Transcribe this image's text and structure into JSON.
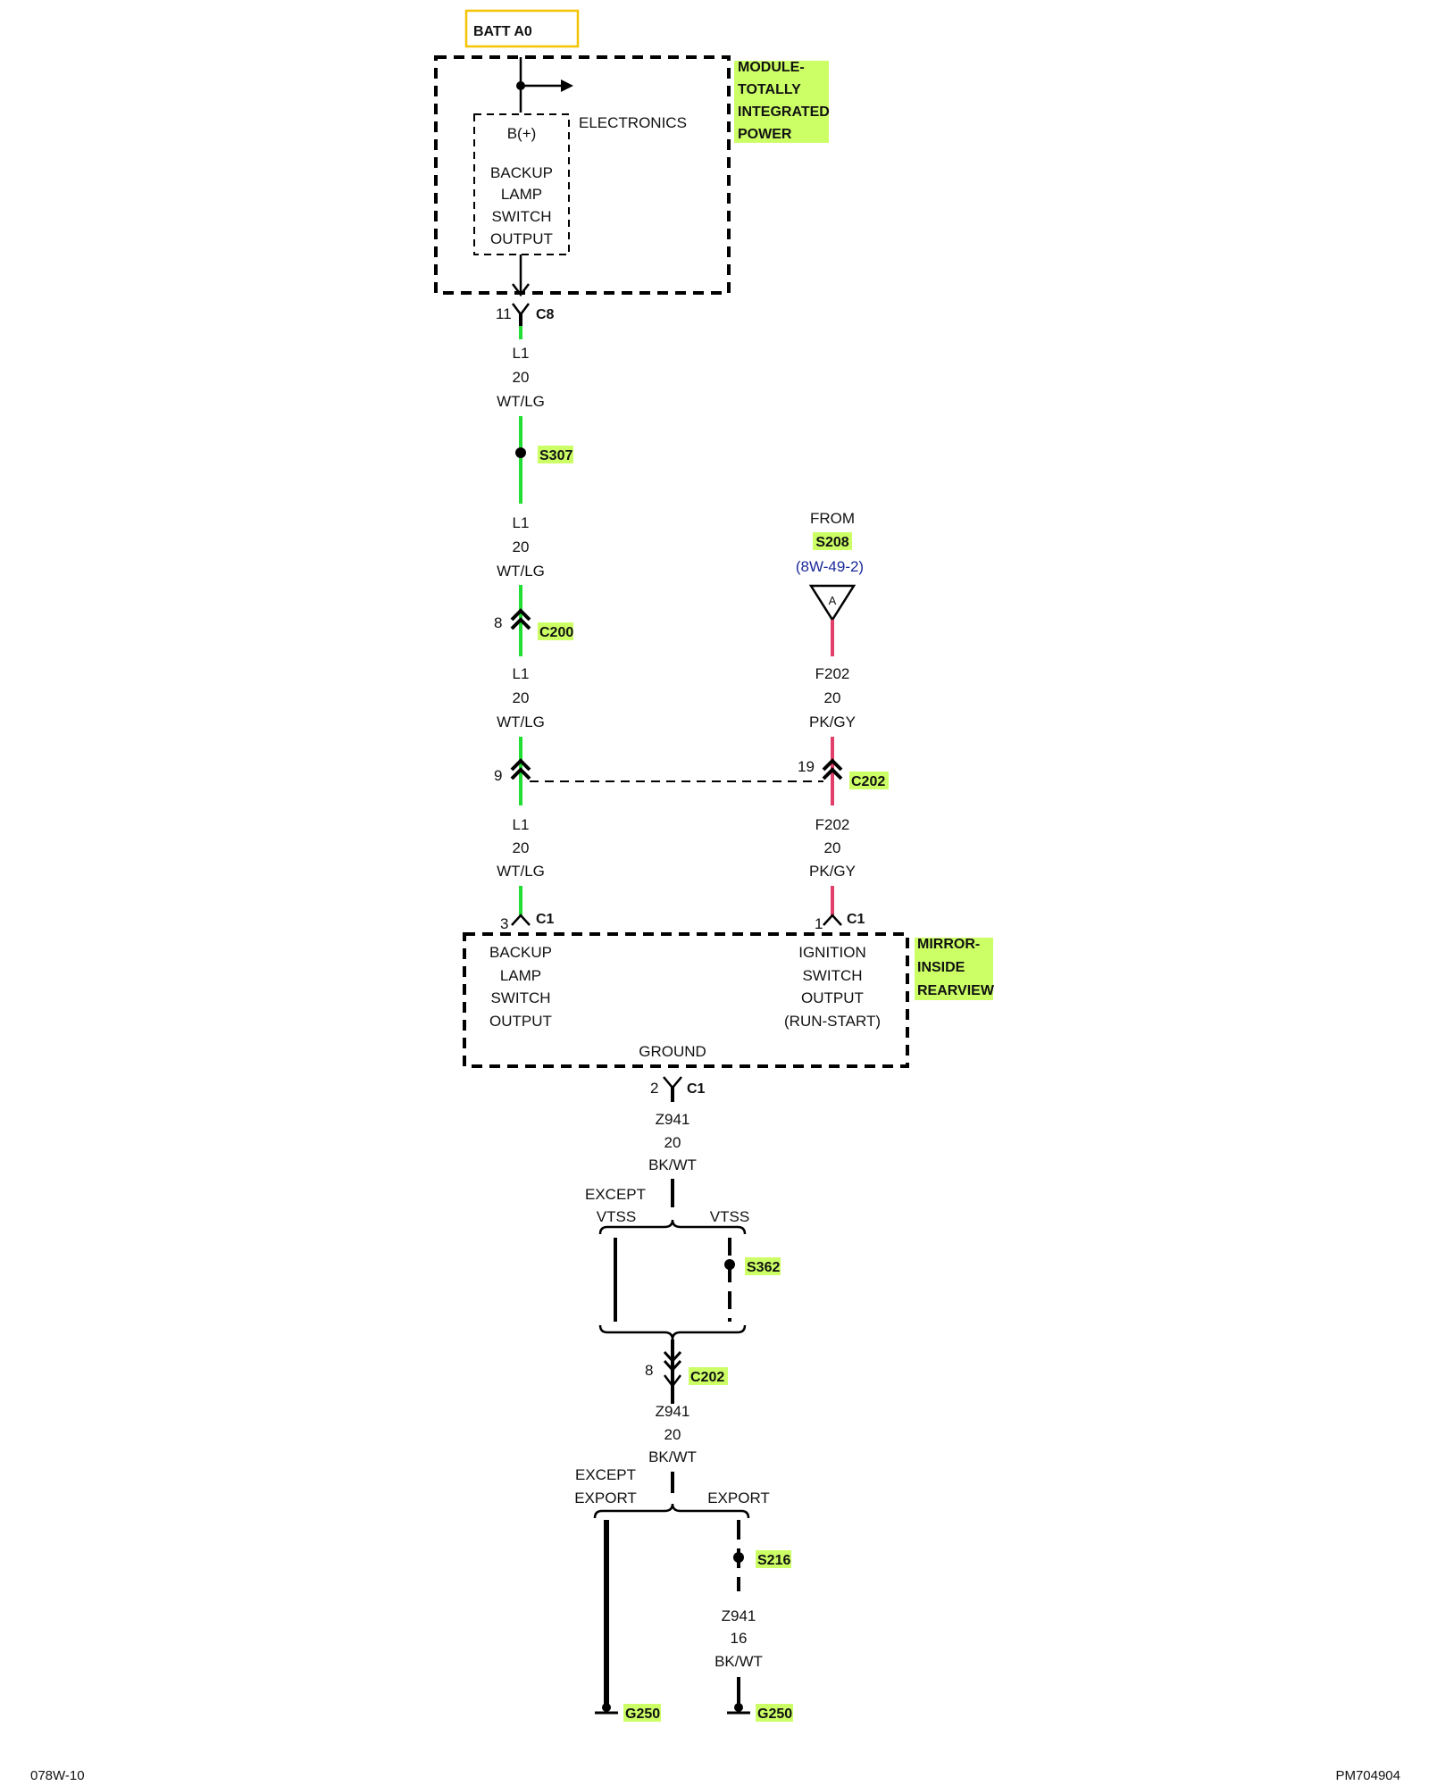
{
  "batt": {
    "label": "BATT A0",
    "border_color": "#f5c400"
  },
  "module": {
    "name_lines": [
      "MODULE-",
      "TOTALLY",
      "INTEGRATED",
      "POWER"
    ],
    "electronics": "ELECTRONICS",
    "pin_lines": [
      "B(+)",
      "BACKUP",
      "LAMP",
      "SWITCH",
      "OUTPUT"
    ]
  },
  "c8": {
    "pin": "11",
    "name": "C8"
  },
  "wire_l1": {
    "circuit": "L1",
    "gauge": "20",
    "color": "WT/LG"
  },
  "s307": "S307",
  "c200": {
    "pin": "8",
    "name": "C200"
  },
  "from": {
    "label": "FROM",
    "splice": "S208",
    "ref": "(8W-49-2)",
    "tag": "A"
  },
  "wire_f202": {
    "circuit": "F202",
    "gauge": "20",
    "color": "PK/GY"
  },
  "c202_top": {
    "pin_left": "9",
    "pin_right": "19",
    "name": "C202"
  },
  "c1": {
    "pin_left": "3",
    "pin_right": "1",
    "pin_ground": "2",
    "name": "C1"
  },
  "mirror": {
    "name_lines": [
      "MIRROR-",
      "INSIDE",
      "REARVIEW"
    ],
    "left_lines": [
      "BACKUP",
      "LAMP",
      "SWITCH",
      "OUTPUT"
    ],
    "right_lines": [
      "IGNITION",
      "SWITCH",
      "OUTPUT",
      "(RUN-START)"
    ],
    "ground": "GROUND"
  },
  "wire_z941": {
    "circuit": "Z941",
    "gauge": "20",
    "color": "BK/WT"
  },
  "vtss": {
    "except": "EXCEPT",
    "except_vtss": "VTSS",
    "vtss": "VTSS"
  },
  "s362": "S362",
  "c202_bottom": {
    "pin": "8",
    "name": "C202"
  },
  "export": {
    "except": "EXCEPT",
    "except_export": "EXPORT",
    "export": "EXPORT"
  },
  "s216": "S216",
  "wire_z941_16": {
    "circuit": "Z941",
    "gauge": "16",
    "color": "BK/WT"
  },
  "ground_left": "G250",
  "ground_right": "G250",
  "footer": {
    "left": "078W-10",
    "right": "PM704904"
  },
  "colors": {
    "highlight": "#ccff66",
    "green_wire": "#22dd33",
    "pink_wire": "#e0406a",
    "ref_blue": "#1a2a9a"
  }
}
